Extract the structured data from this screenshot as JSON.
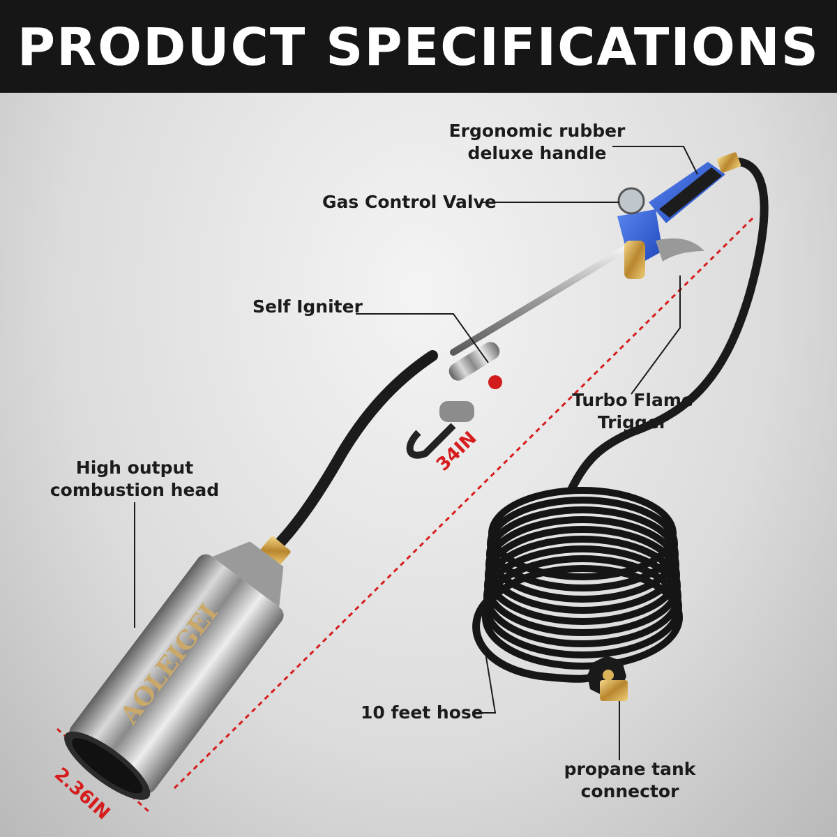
{
  "header": {
    "title": "PRODUCT SPECIFICATIONS"
  },
  "labels": {
    "handle": [
      "Ergonomic rubber",
      "deluxe handle"
    ],
    "valve": "Gas Control Valve",
    "igniter": "Self Igniter",
    "trigger": [
      "Turbo Flame",
      "Trigger"
    ],
    "head": [
      "High output",
      "combustion head"
    ],
    "hose": "10 feet hose",
    "connector": [
      "propane tank",
      "connector"
    ]
  },
  "dimensions": {
    "length": "34IN",
    "diameter": "2.36IN"
  },
  "brand": "AOLEIGEI",
  "colors": {
    "accent_blue": "#2f5fd0",
    "dimension_red": "#d61c1c",
    "header_bg": "#161616"
  }
}
